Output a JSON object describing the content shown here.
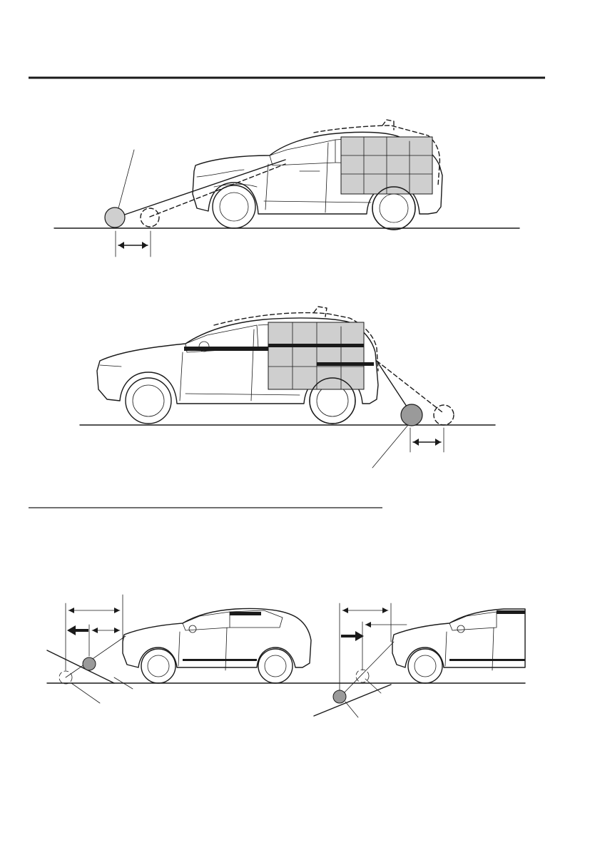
{
  "page": {
    "background": "#ffffff",
    "line_color": "#1a1a1a",
    "shade_color": "#cfcfcf",
    "ball_color_dark": "#9a9a9a"
  },
  "figures": [
    {
      "id": "front-illumination",
      "icons": [
        "vehicle-front-raised-icon",
        "headlight-beam-icon"
      ]
    },
    {
      "id": "rear-illumination",
      "icons": [
        "vehicle-rear-raised-icon",
        "taillight-beam-icon"
      ]
    },
    {
      "id": "slope-comparison",
      "icons": [
        "vehicle-downhill-icon",
        "vehicle-uphill-icon"
      ]
    }
  ]
}
